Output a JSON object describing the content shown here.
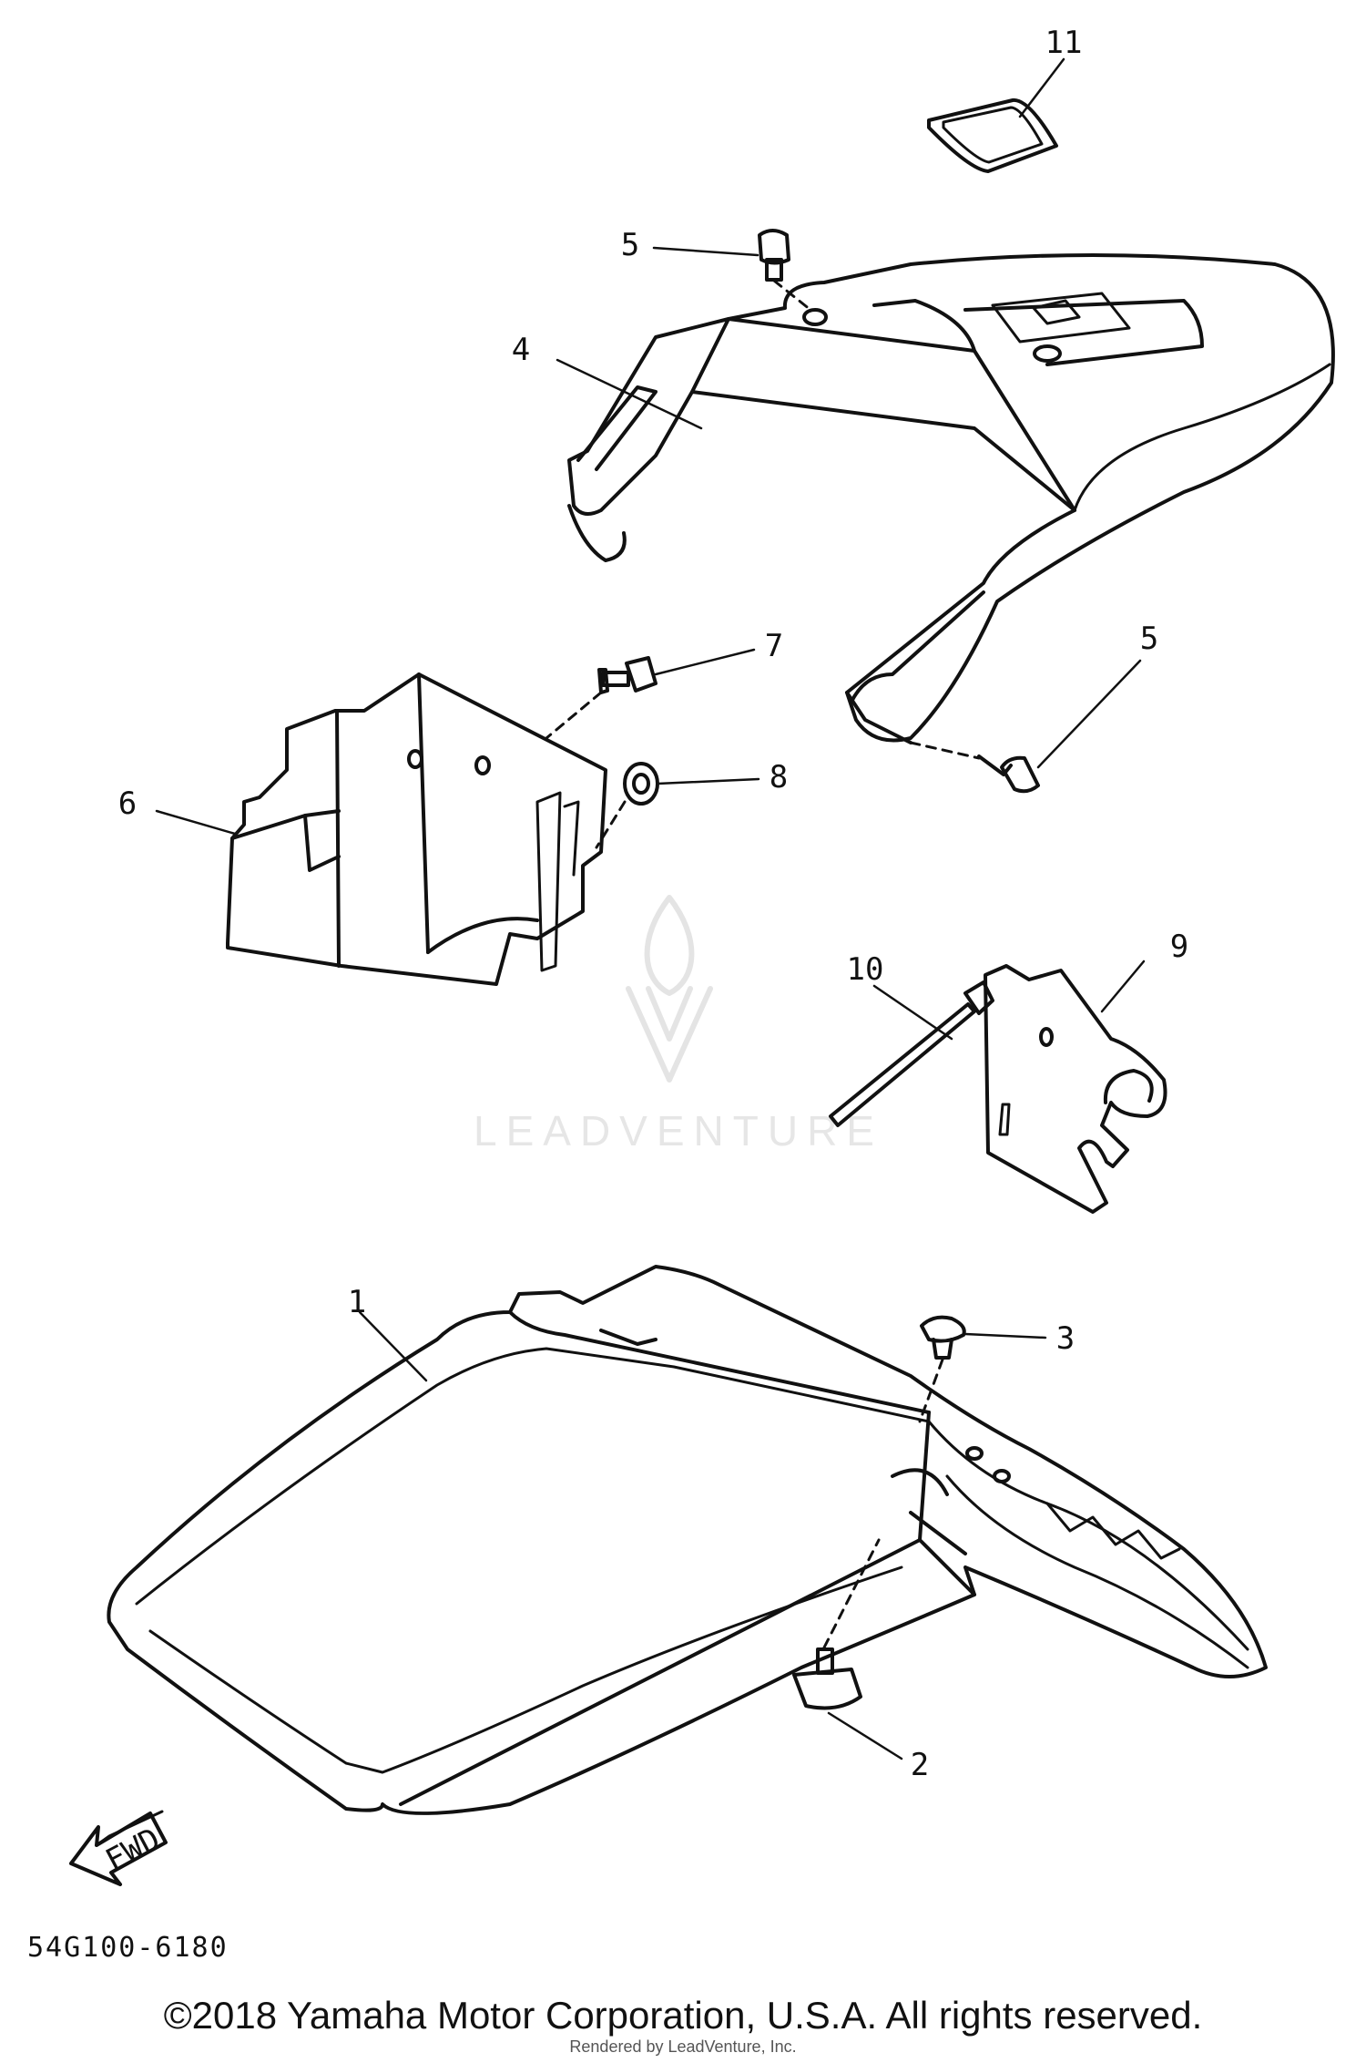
{
  "diagram": {
    "part_code": "54G100-6180",
    "fwd_label": "FWD",
    "watermark": "LEADVENTURE",
    "callouts": {
      "c1": "1",
      "c2": "2",
      "c3": "3",
      "c4": "4",
      "c5a": "5",
      "c5b": "5",
      "c6": "6",
      "c7": "7",
      "c8": "8",
      "c9": "9",
      "c10": "10",
      "c11": "11"
    }
  },
  "footer": {
    "copyright": "©2018 Yamaha Motor Corporation, U.S.A. All rights reserved.",
    "rendered_by": "Rendered by LeadVenture, Inc."
  }
}
